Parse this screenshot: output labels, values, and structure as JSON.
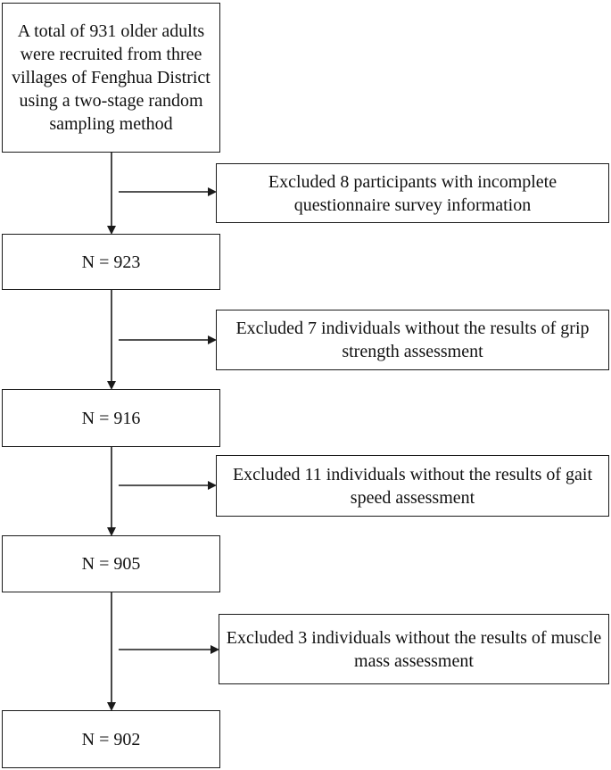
{
  "flowchart": {
    "steps": [
      {
        "label": "A total of 931 older adults were recruited from three villages of Fenghua District using a two-stage random sampling method"
      },
      {
        "label": "N = 923"
      },
      {
        "label": "N = 916"
      },
      {
        "label": "N = 905"
      },
      {
        "label": "N = 902"
      }
    ],
    "exclusions": [
      {
        "label": "Excluded 8 participants with incomplete questionnaire survey information"
      },
      {
        "label": "Excluded 7 individuals without the results of grip strength assessment"
      },
      {
        "label": "Excluded 11 individuals without the results of gait speed assessment"
      },
      {
        "label": "Excluded 3 individuals without the results of muscle mass assessment"
      }
    ]
  }
}
